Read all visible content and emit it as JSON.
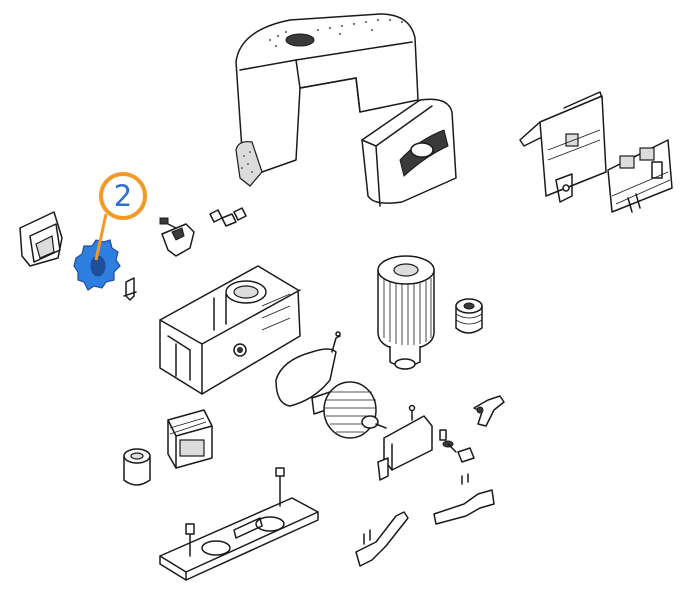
{
  "diagram": {
    "callout": {
      "label": "2",
      "ring_color": "#f39a26",
      "text_color": "#2f6fd0"
    },
    "highlighted_part": {
      "name": "pinion-gear",
      "fill_color": "#2f7fe0",
      "outline_color": "#1f4f9a"
    },
    "parts": [
      "top-cover",
      "front-cover",
      "control-board",
      "terminal-board",
      "gear-cover",
      "pinion-gear",
      "cable-clip",
      "connector-pin",
      "connector-terminals",
      "gearbox-housing",
      "gasket",
      "motor",
      "worm-pulley",
      "worm-gear",
      "transformer",
      "bushing",
      "limit-switch-bracket",
      "screw-set",
      "release-lever",
      "anchor-plate",
      "limit-switch-spring-left",
      "limit-switch-spring-right"
    ]
  }
}
